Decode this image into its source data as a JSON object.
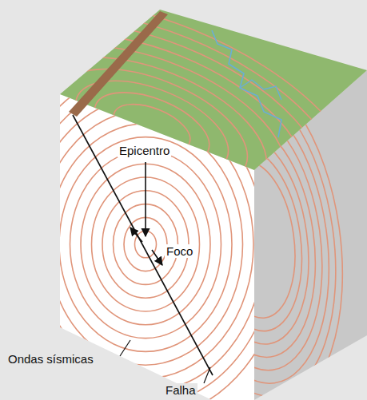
{
  "diagram": {
    "labels": [
      "Epicentro",
      "Foco",
      "Ondas sísmicas",
      "Falha"
    ]
  }
}
